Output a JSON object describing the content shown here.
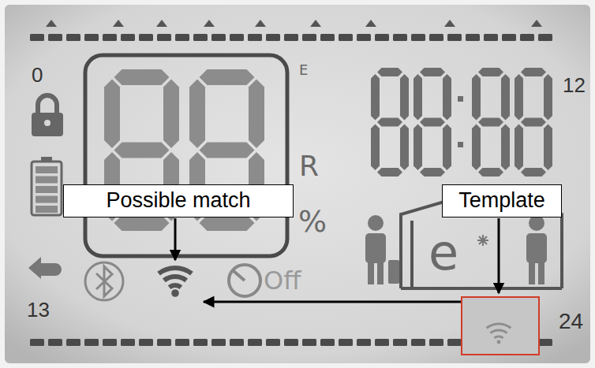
{
  "diagram": {
    "nodes": [
      {
        "text": [
          "Possible match"
        ]
      },
      {
        "text": [
          "Template"
        ]
      }
    ],
    "labels": [
      "0",
      "12",
      "E",
      "R",
      "%",
      "e",
      "13",
      "Off",
      "24"
    ]
  }
}
